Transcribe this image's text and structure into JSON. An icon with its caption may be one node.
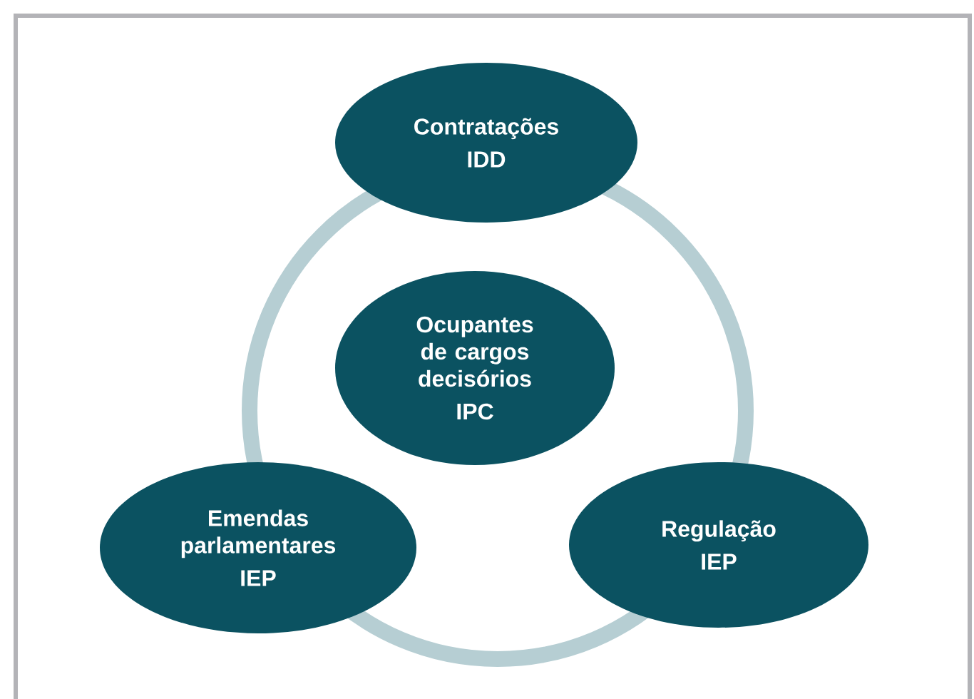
{
  "diagram": {
    "nodes": [
      {
        "text": [
          "Contratações",
          "IDD"
        ]
      },
      {
        "text": [
          "Ocupantes de cargos decisórios",
          "IPC"
        ]
      },
      {
        "text": [
          "Emendas parlamentares",
          "IEP"
        ]
      },
      {
        "text": [
          "Regulação",
          "IEP"
        ]
      }
    ]
  }
}
